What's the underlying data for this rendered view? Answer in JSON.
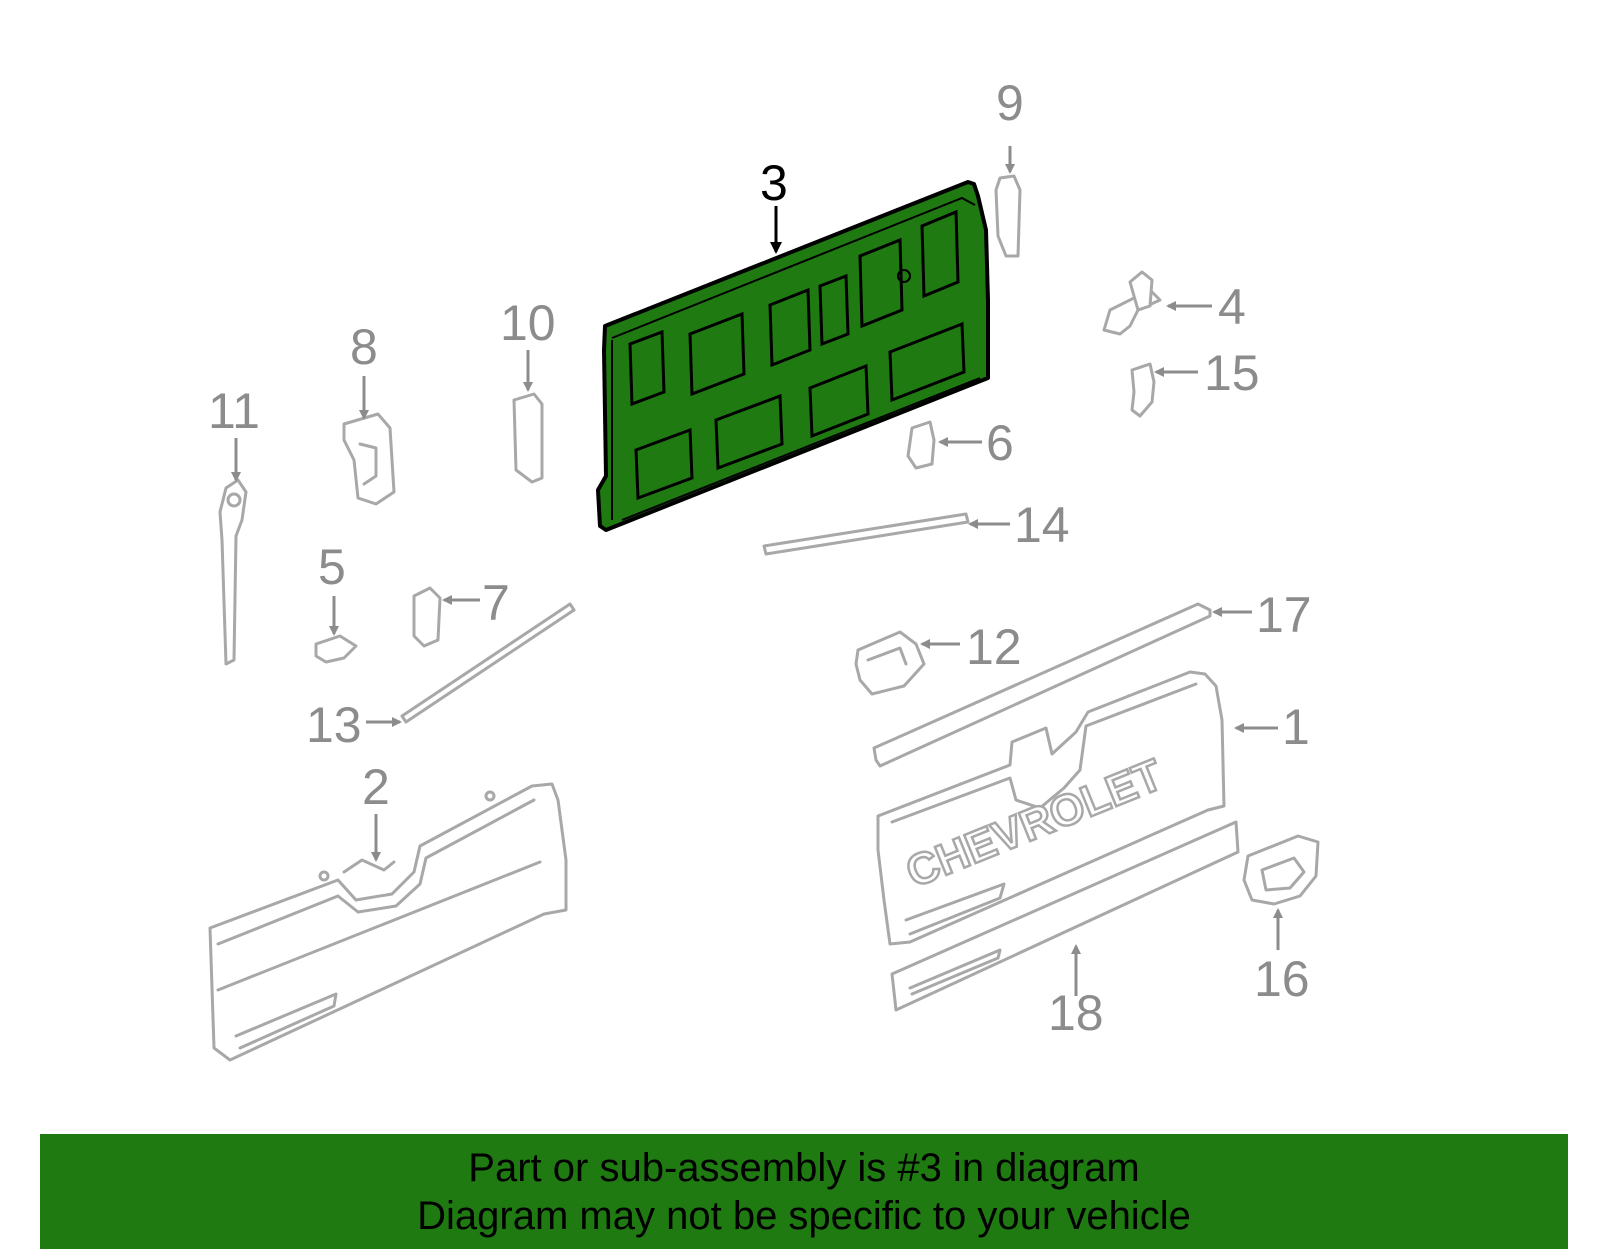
{
  "diagram": {
    "highlighted_part": "3",
    "highlight_color": "#1f7a12",
    "line_color": "#a8a8a8",
    "callouts": [
      "1",
      "2",
      "3",
      "4",
      "5",
      "6",
      "7",
      "8",
      "9",
      "10",
      "11",
      "12",
      "13",
      "14",
      "15",
      "16",
      "17",
      "18"
    ],
    "emblem_text": "CHEVROLET"
  },
  "banner": {
    "line1": "Part or sub-assembly is #3 in diagram",
    "line2": "Diagram may not be specific to your vehicle",
    "background": "#1f7a12"
  }
}
